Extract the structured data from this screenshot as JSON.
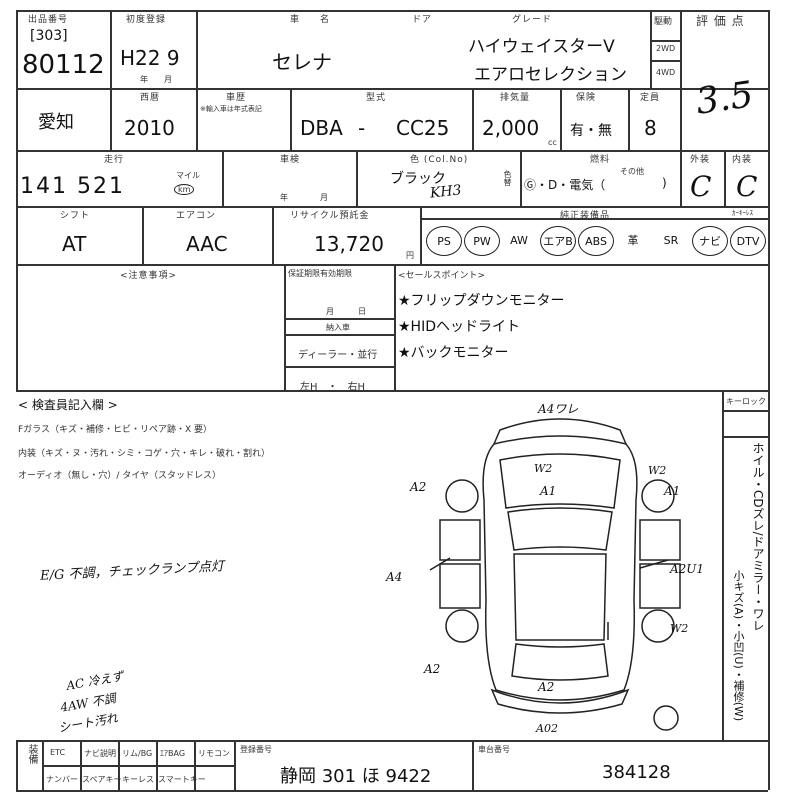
{
  "header": {
    "exhibit_label": "出品番号",
    "exhibit_sub": "[303]",
    "exhibit_number": "80112",
    "first_reg_label": "初度登録",
    "first_reg": "H22 9",
    "first_reg_unit": "年　　月",
    "model_label": "車　　名",
    "model": "セレナ",
    "door_label": "ドア",
    "grade_label": "グレード",
    "grade_line1": "ハイウェイスターV",
    "grade_line2": "エアロセレクション",
    "drive_label": "駆動",
    "drive_2wd": "2WD",
    "drive_4wd": "4WD",
    "score_label": "評 価 点",
    "score": "3.5"
  },
  "row2": {
    "region": "愛知",
    "year_label": "西暦",
    "year": "2010",
    "history_label": "車歴",
    "history_sub": "※輸入車は年式表記",
    "type_label": "型式",
    "type_prefix": "DBA",
    "type_dash": "-",
    "type_code": "CC25",
    "displacement_label": "排気量",
    "displacement": "2,000",
    "displacement_unit": "cc",
    "insurance_label": "保険",
    "insurance": "有・無",
    "capacity_label": "定員",
    "capacity": "8"
  },
  "row3": {
    "mileage_label": "走行",
    "mileage": "141 521",
    "mileage_unit_top": "マイル",
    "mileage_unit": "km",
    "shift_history_label": "車検",
    "inspection_label": "車検",
    "inspection_unit": "年　　　　月",
    "color_label": "色 (Col.No)",
    "color": "ブラック",
    "color_code": "KH3",
    "color_change_label": "色替",
    "fuel_label": "燃料",
    "fuel": "Ⓖ・D・電気（",
    "fuel_other": "その他",
    "fuel_close": ")",
    "exterior_label": "外装",
    "exterior": "C",
    "interior_label": "内装",
    "interior": "C"
  },
  "row4": {
    "shift_label": "シフト",
    "shift": "AT",
    "ac_label": "エアコン",
    "ac": "AAC",
    "recycle_label": "リサイクル預託金",
    "recycle": "13,720",
    "recycle_unit": "円",
    "equipment_label": "純正装備品",
    "equipment": [
      "PS",
      "PW",
      "AW",
      "エアB",
      "ABS",
      "革",
      "SR",
      "ナビ",
      "DTV"
    ],
    "equipment_circled": [
      true,
      true,
      false,
      true,
      true,
      false,
      false,
      true,
      true
    ],
    "keyless_label": "ｶｰｷｰﾚｽ"
  },
  "row5": {
    "notes_label": "<注意事項>",
    "inspection_valid_label": "保証期限有効期限",
    "month_day": "月　　　日",
    "arrival_label": "納入車",
    "dealer": "ディーラー・並行",
    "steering": "左H　・　右H",
    "sales_points_label": "<セールスポイント>",
    "sales_points": [
      "★フリップダウンモニター",
      "★HIDヘッドライト",
      "★バックモニター"
    ]
  },
  "inspector": {
    "title": "< 検査員記入欄 >",
    "glass": "Fガラス（キズ・補修・ヒビ・リペア跡・X 要）",
    "interior": "内装（キズ・ヌ・汚れ・シミ・コゲ・穴・キレ・破れ・割れ）",
    "audio": "オーディオ（無し・穴）/ タイヤ（スタッドレス）",
    "note_engine": "E/G 不調，チェックランプ点灯",
    "note_ac1": "AC 冷えず",
    "note_ac2": "4AW 不調",
    "note_ac3": "シート汚れ",
    "keyrock": "キーロック",
    "side_col1": "ホイル・CDズレ/ドアミラー・ワレ",
    "side_col2": "小キズ(A)・小凹(U)・補修(W)"
  },
  "diagram_marks": {
    "a4_top": "A4ワレ",
    "w2_tl": "W2",
    "w2_tr": "W2",
    "a1_center": "A1",
    "a1_right": "A1",
    "a2_left": "A2",
    "a4_left": "A4",
    "a2u1": "A2U1",
    "w2_r": "W2",
    "a2_bl": "A2",
    "a2_b": "A2",
    "a02": "A02"
  },
  "footer": {
    "equip_label": "装備",
    "col1_top": "ETC",
    "col1_bot": "ナンバー",
    "col2_top": "ナビ説明",
    "col2_bot": "スペアキー",
    "col3_top": "リム/BG",
    "col3_bot": "キーレス",
    "col4_top": "ｴｱBAG",
    "col4_bot": "スマートキー",
    "col5_top": "リモコン",
    "reg_label": "登録番号",
    "registration": "静岡 301 ほ 9422",
    "chassis_label": "車台番号",
    "chassis": "384128"
  }
}
